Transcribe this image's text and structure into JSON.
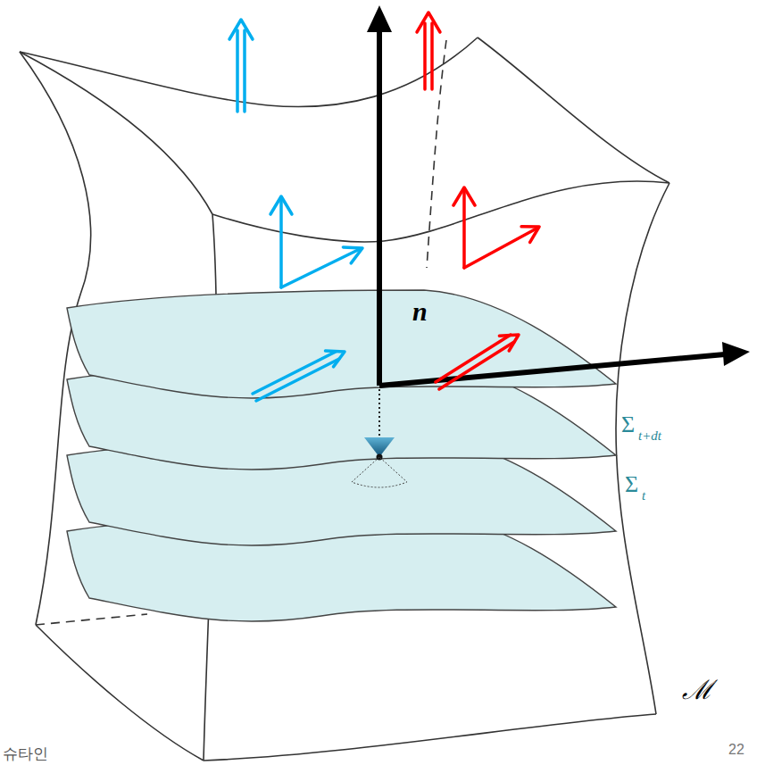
{
  "diagram": {
    "labels": [
      "n",
      "Σ",
      "t+dt",
      "Σ",
      "t",
      "ℳ",
      "슈타인",
      "22"
    ]
  }
}
